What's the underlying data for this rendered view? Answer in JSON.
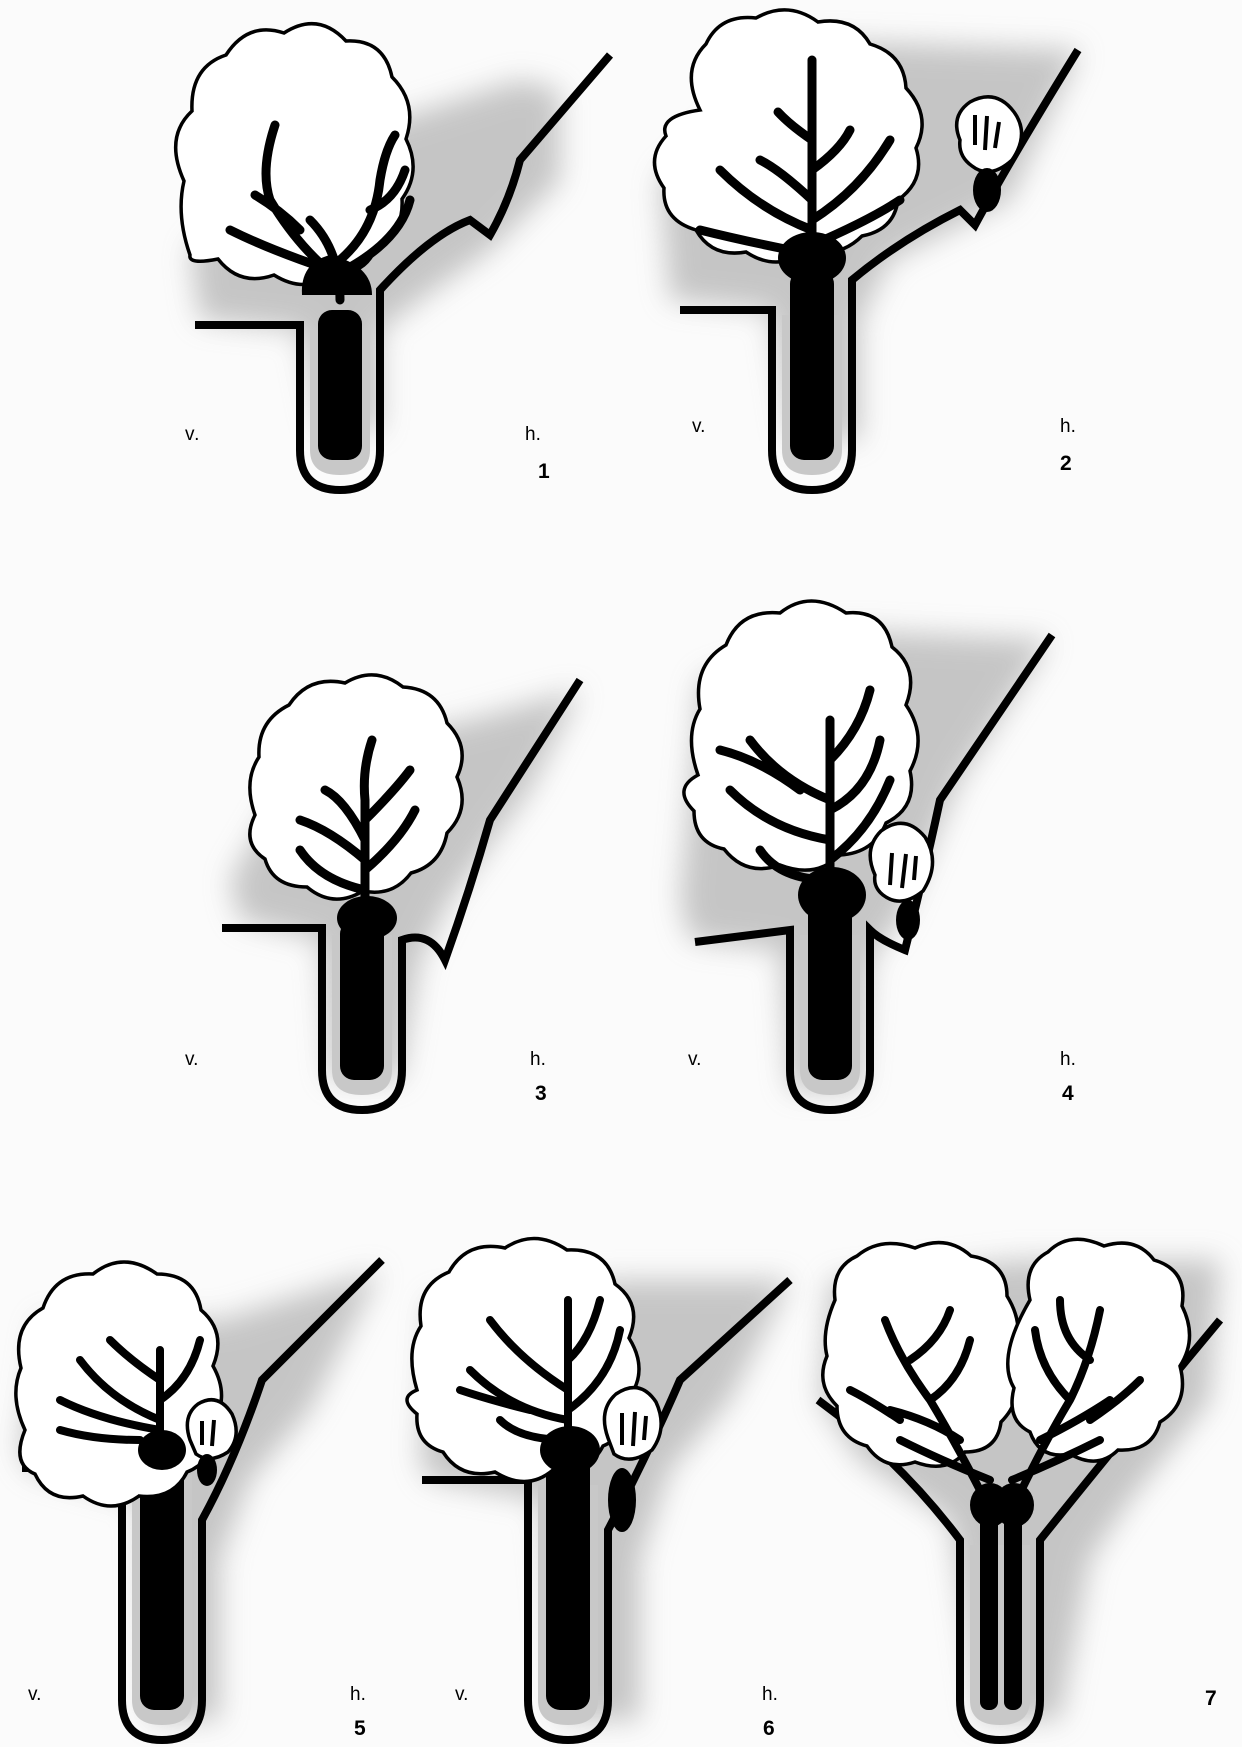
{
  "figures": [
    {
      "id": "1",
      "left_label": "v.",
      "right_label": "h.",
      "number": "1"
    },
    {
      "id": "2",
      "left_label": "v.",
      "right_label": "h.",
      "number": "2"
    },
    {
      "id": "3",
      "left_label": "v.",
      "right_label": "h.",
      "number": "3"
    },
    {
      "id": "4",
      "left_label": "v.",
      "right_label": "h.",
      "number": "4"
    },
    {
      "id": "5",
      "left_label": "v.",
      "right_label": "h.",
      "number": "5"
    },
    {
      "id": "6",
      "left_label": "v.",
      "right_label": "h.",
      "number": "6"
    },
    {
      "id": "7",
      "number": "7"
    }
  ]
}
